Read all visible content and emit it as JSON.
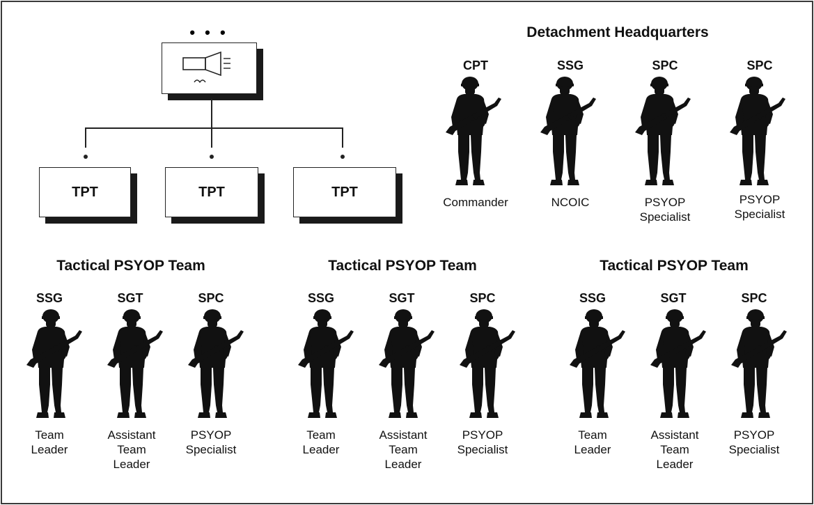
{
  "colors": {
    "ink": "#111111",
    "shadow": "#1a1a1a",
    "background": "#ffffff"
  },
  "icon": "loudspeaker-unit-symbol-icon",
  "hq_unit": {
    "dots": "• • •"
  },
  "teams_boxes": [
    "TPT",
    "TPT",
    "TPT"
  ],
  "detachment": {
    "title": "Detachment Headquarters",
    "members": [
      {
        "rank": "CPT",
        "role": "Commander"
      },
      {
        "rank": "SSG",
        "role": "NCOIC"
      },
      {
        "rank": "SPC",
        "role": "PSYOP\nSpecialist"
      },
      {
        "rank": "SPC",
        "role": "PSYOP\nSpecialist"
      }
    ]
  },
  "tactical_teams": [
    {
      "title": "Tactical PSYOP Team",
      "members": [
        {
          "rank": "SSG",
          "role": "Team\nLeader"
        },
        {
          "rank": "SGT",
          "role": "Assistant\nTeam\nLeader"
        },
        {
          "rank": "SPC",
          "role": "PSYOP\nSpecialist"
        }
      ]
    },
    {
      "title": "Tactical PSYOP Team",
      "members": [
        {
          "rank": "SSG",
          "role": "Team\nLeader"
        },
        {
          "rank": "SGT",
          "role": "Assistant\nTeam\nLeader"
        },
        {
          "rank": "SPC",
          "role": "PSYOP\nSpecialist"
        }
      ]
    },
    {
      "title": "Tactical PSYOP Team",
      "members": [
        {
          "rank": "SSG",
          "role": "Team\nLeader"
        },
        {
          "rank": "SGT",
          "role": "Assistant\nTeam\nLeader"
        },
        {
          "rank": "SPC",
          "role": "PSYOP\nSpecialist"
        }
      ]
    }
  ]
}
